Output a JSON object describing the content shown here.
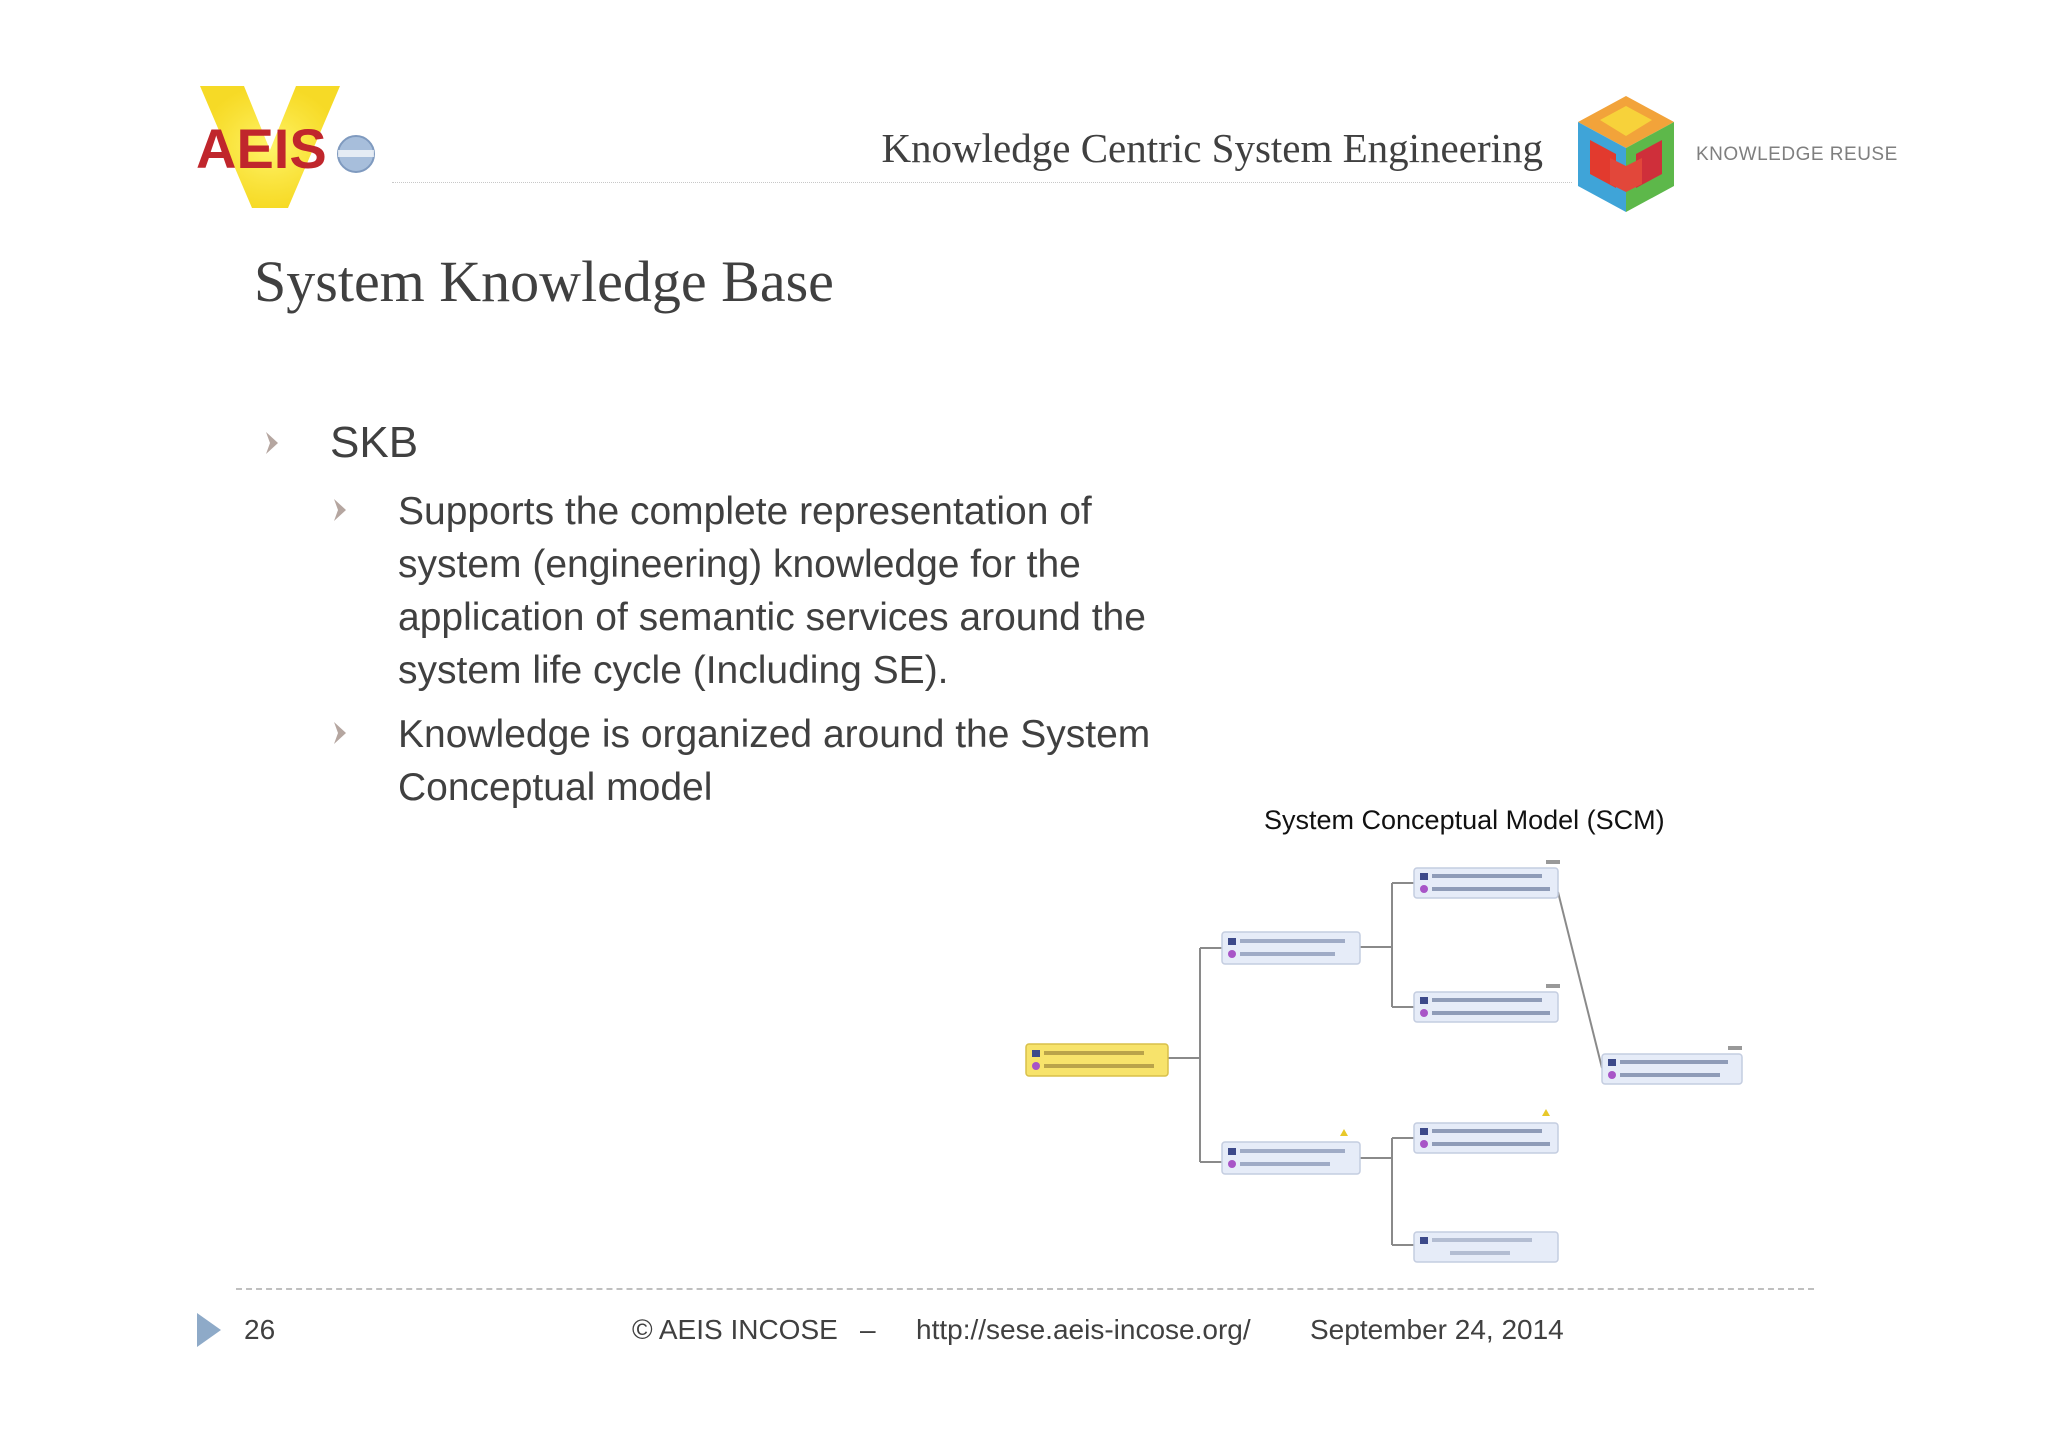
{
  "header": {
    "title": "Knowledge Centric System Engineering",
    "logo_left": {
      "icon": "aeis-logo",
      "text": "AEIS"
    },
    "logo_right": {
      "icon": "knowledge-reuse-cube-logo",
      "text": "KNOWLEDGE REUSE"
    }
  },
  "slide": {
    "title": "System Knowledge Base",
    "bullets": [
      {
        "text": "SKB",
        "sub": [
          "Supports the complete representation of system (engineering) knowledge for the application of semantic services around the system life cycle (Including SE).",
          "Knowledge is organized around the System Conceptual model"
        ]
      }
    ]
  },
  "figure": {
    "caption": "System Conceptual Model (SCM)"
  },
  "footer": {
    "page_number": "26",
    "copyright": "© AEIS INCOSE",
    "dash": "–",
    "url": "http://sese.aeis-incose.org/",
    "date": "September 24, 2014"
  },
  "colors": {
    "text": "#404040",
    "bullet": "#b5a6a0",
    "footer_arrow": "#8eaac8",
    "highlight_node": "#f7e36b"
  }
}
